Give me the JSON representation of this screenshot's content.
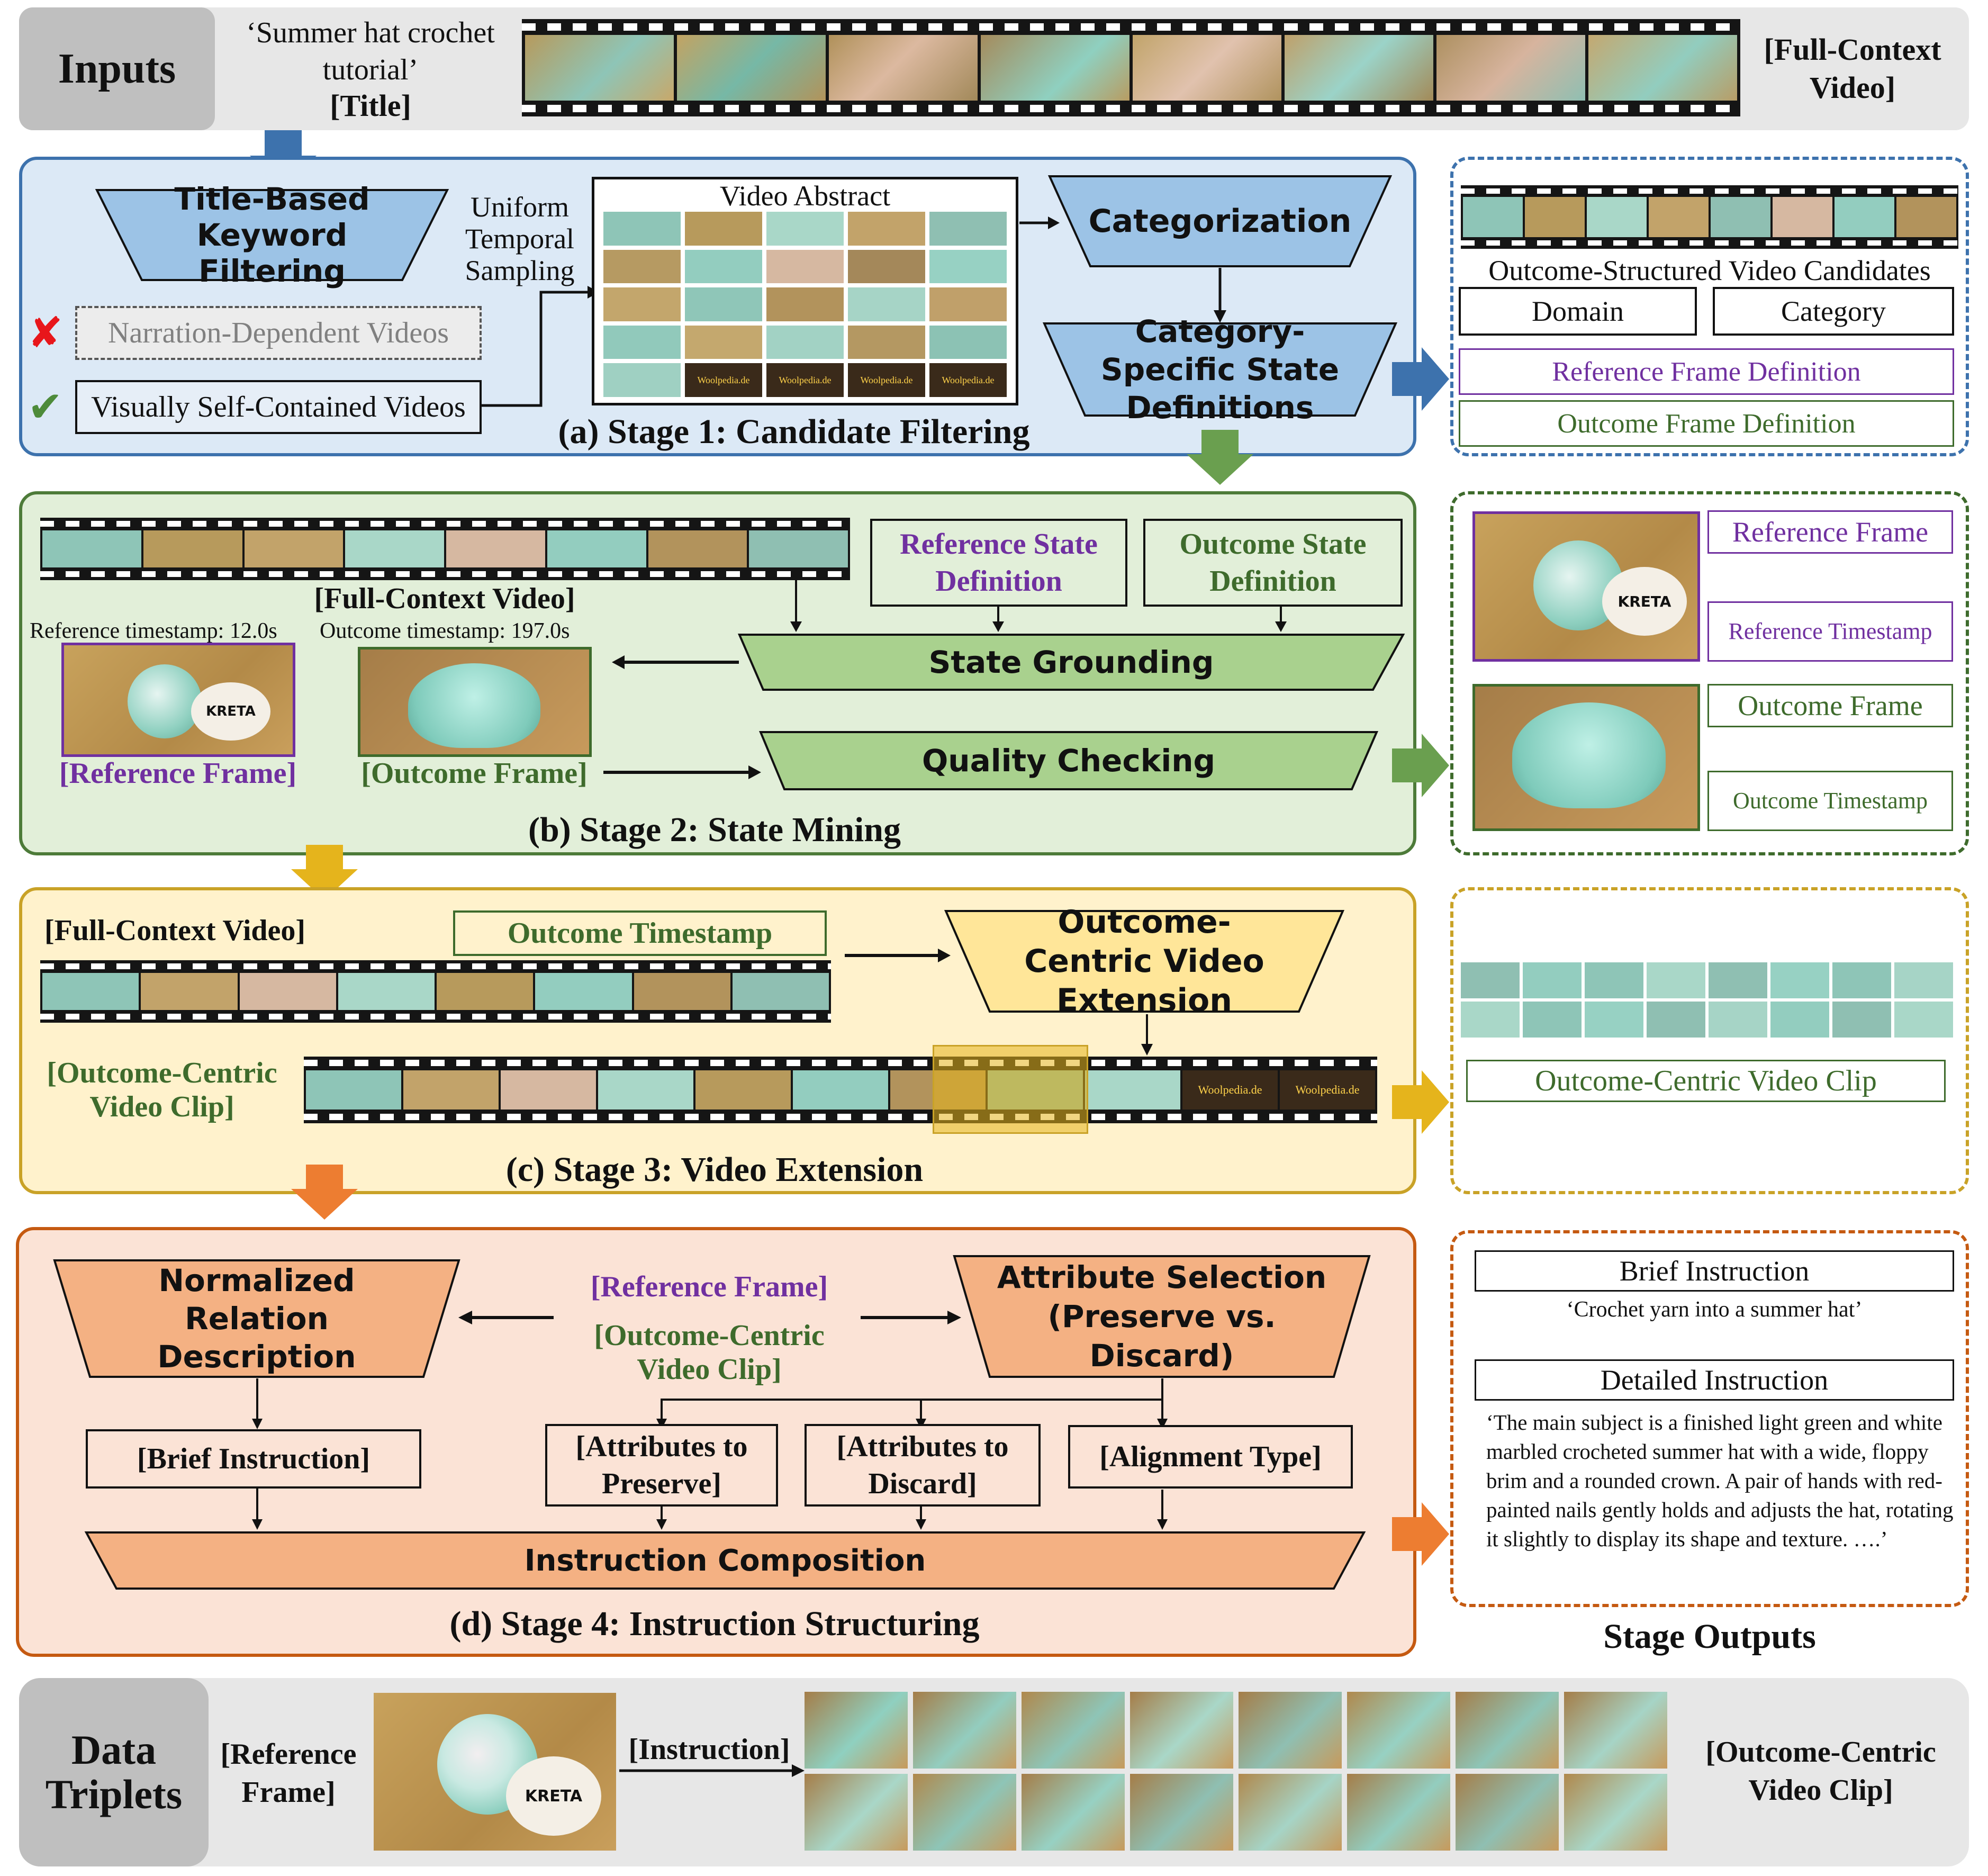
{
  "inputs": {
    "label": "Inputs",
    "title_text": "‘Summer hat crochet tutorial’",
    "title_tag": "[Title]",
    "video_tag": "[Full-Context Video]"
  },
  "stage1": {
    "title": "(a) Stage 1: Candidate Filtering",
    "keyword_filter": "Title-Based Keyword Filtering",
    "narration_videos": "Narration-Dependent Videos",
    "visual_videos": "Visually Self-Contained Videos",
    "sampling": "Uniform Temporal Sampling",
    "video_abstract": "Video Abstract",
    "categorization": "Categorization",
    "state_definitions": "Category-Specific State Definitions",
    "abstract_watermark": "Woolpedia.de"
  },
  "stage1_output": {
    "candidates": "Outcome-Structured Video Candidates",
    "domain": "Domain",
    "category": "Category",
    "reference_def": "Reference Frame Definition",
    "outcome_def": "Outcome Frame Definition"
  },
  "stage2": {
    "title": "(b) Stage 2: State Mining",
    "full_video": "[Full-Context Video]",
    "reference_state_def": "Reference State Definition",
    "outcome_state_def": "Outcome State Definition",
    "reference_ts": "Reference timestamp: 12.0s",
    "outcome_ts": "Outcome timestamp: 197.0s",
    "state_grounding": "State Grounding",
    "quality_checking": "Quality Checking",
    "reference_frame": "[Reference Frame]",
    "outcome_frame": "[Outcome Frame]",
    "brand": "KRETA"
  },
  "stage2_output": {
    "reference_frame": "Reference Frame",
    "reference_timestamp": "Reference Timestamp",
    "outcome_frame": "Outcome Frame",
    "outcome_timestamp": "Outcome Timestamp"
  },
  "stage3": {
    "title": "(c) Stage 3: Video Extension",
    "full_video": "[Full-Context Video]",
    "outcome_timestamp": "Outcome Timestamp",
    "extension": "Outcome-Centric Video Extension",
    "clip_label": "[Outcome-Centric Video Clip]",
    "watermark": "Woolpedia.de"
  },
  "stage3_output": {
    "clip": "Outcome-Centric Video Clip"
  },
  "stage4": {
    "title": "(d) Stage 4: Instruction Structuring",
    "normalized": "Normalized Relation Description",
    "reference_frame": "[Reference Frame]",
    "outcome_clip": "[Outcome-Centric Video Clip]",
    "attribute_selection": "Attribute Selection (Preserve vs. Discard)",
    "brief": "[Brief Instruction]",
    "preserve": "[Attributes to Preserve]",
    "discard": "[Attributes to Discard]",
    "alignment": "[Alignment Type]",
    "composition": "Instruction Composition"
  },
  "stage4_output": {
    "brief_label": "Brief Instruction",
    "brief_text": "‘Crochet yarn into a summer hat’",
    "detailed_label": "Detailed Instruction",
    "detailed_text": "‘The main subject is a finished light green and white marbled crocheted summer hat with a wide, floppy brim and a rounded crown. A pair of hands with red-painted nails gently holds and adjusts the hat, rotating it slightly to display its shape and texture. ….’"
  },
  "stage_outputs_label": "Stage Outputs",
  "triplets": {
    "label": "Data Triplets",
    "reference_frame": "[Reference Frame]",
    "instruction": "[Instruction]",
    "outcome_clip": "[Outcome-Centric Video Clip]",
    "brand": "KRETA"
  },
  "colors": {
    "stage1_fill": "#dce9f6",
    "stage1_border": "#3d72ad",
    "stage1_box": "#9cc3e6",
    "stage2_fill": "#e2efd9",
    "stage2_border": "#4d7b39",
    "stage2_box": "#a9d18e",
    "stage3_fill": "#fff2cc",
    "stage3_border": "#c9a227",
    "stage3_box": "#ffe699",
    "stage4_fill": "#fbe3d6",
    "stage4_border": "#c55a11",
    "stage4_box": "#f4b183",
    "purple": "#7030a0",
    "dark_green": "#3e6b2c",
    "gray_band": "#e6e6e6",
    "gray_label": "#bfbfbf"
  }
}
